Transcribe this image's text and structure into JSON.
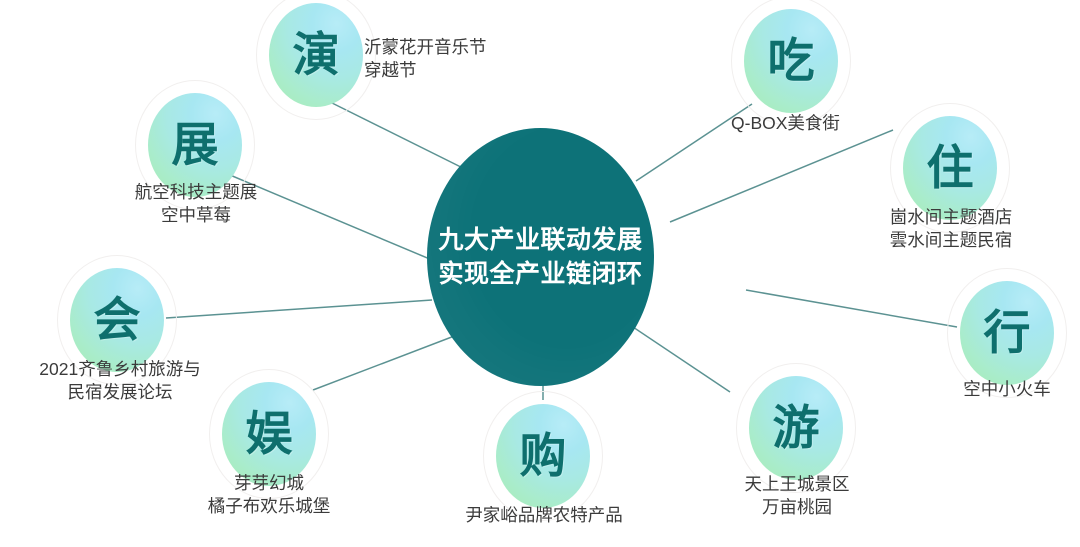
{
  "diagram": {
    "type": "hub-and-spoke",
    "center": {
      "line1": "九大产业联动发展",
      "line2": "实现全产业链闭环",
      "fill_color": "#0d7278",
      "text_color": "#ffffff"
    },
    "node_colors": {
      "gradient_from": "#b7ecf7",
      "gradient_to": "#abefb2",
      "glyph_color": "#0e6f6d",
      "ring_color": "#f1efee",
      "connector_color": "#3f7f7f",
      "caption_color": "#3b3b3b"
    },
    "nodes": [
      {
        "id": "yan",
        "glyph": "演",
        "caption_lines": [
          "沂蒙花开音乐节",
          "穿越节"
        ]
      },
      {
        "id": "zhan",
        "glyph": "展",
        "caption_lines": [
          "航空科技主题展",
          "空中草莓"
        ]
      },
      {
        "id": "hui",
        "glyph": "会",
        "caption_lines": [
          "2021齐鲁乡村旅游与",
          "民宿发展论坛"
        ]
      },
      {
        "id": "yu",
        "glyph": "娱",
        "caption_lines": [
          "芽芽幻城",
          "橘子布欢乐城堡"
        ]
      },
      {
        "id": "gou",
        "glyph": "购",
        "caption_lines": [
          "尹家峪品牌农特产品"
        ]
      },
      {
        "id": "you",
        "glyph": "游",
        "caption_lines": [
          "天上王城景区",
          "万亩桃园"
        ]
      },
      {
        "id": "xing",
        "glyph": "行",
        "caption_lines": [
          "空中小火车"
        ]
      },
      {
        "id": "zhu",
        "glyph": "住",
        "caption_lines": [
          "崮水间主题酒店",
          "雲水间主题民宿"
        ]
      },
      {
        "id": "chi",
        "glyph": "吃",
        "caption_lines": [
          "Q-BOX美食街"
        ]
      }
    ]
  }
}
